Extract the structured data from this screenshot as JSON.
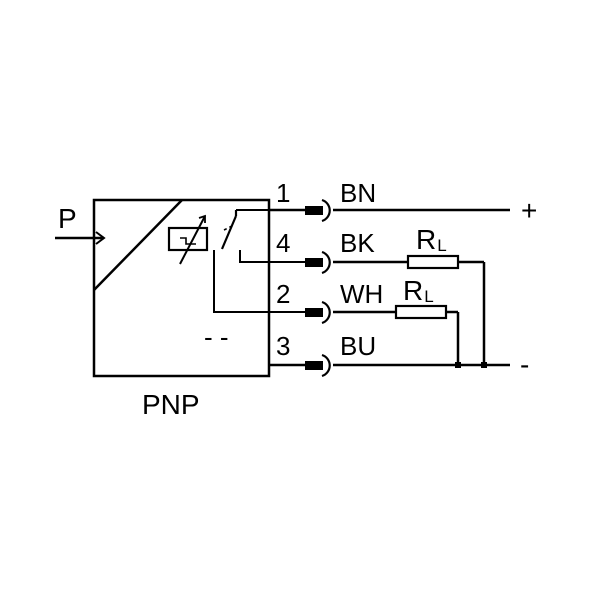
{
  "diagram": {
    "input_label": "P",
    "sensor_type": "PNP",
    "dashes": "- -",
    "pins": [
      {
        "number": "1",
        "color": "BN"
      },
      {
        "number": "4",
        "color": "BK"
      },
      {
        "number": "2",
        "color": "WH"
      },
      {
        "number": "3",
        "color": "BU"
      }
    ],
    "loads": [
      {
        "symbol": "R",
        "subscript": "L"
      },
      {
        "symbol": "R",
        "subscript": "L"
      }
    ],
    "supply": {
      "positive": "+",
      "negative": "-"
    }
  }
}
